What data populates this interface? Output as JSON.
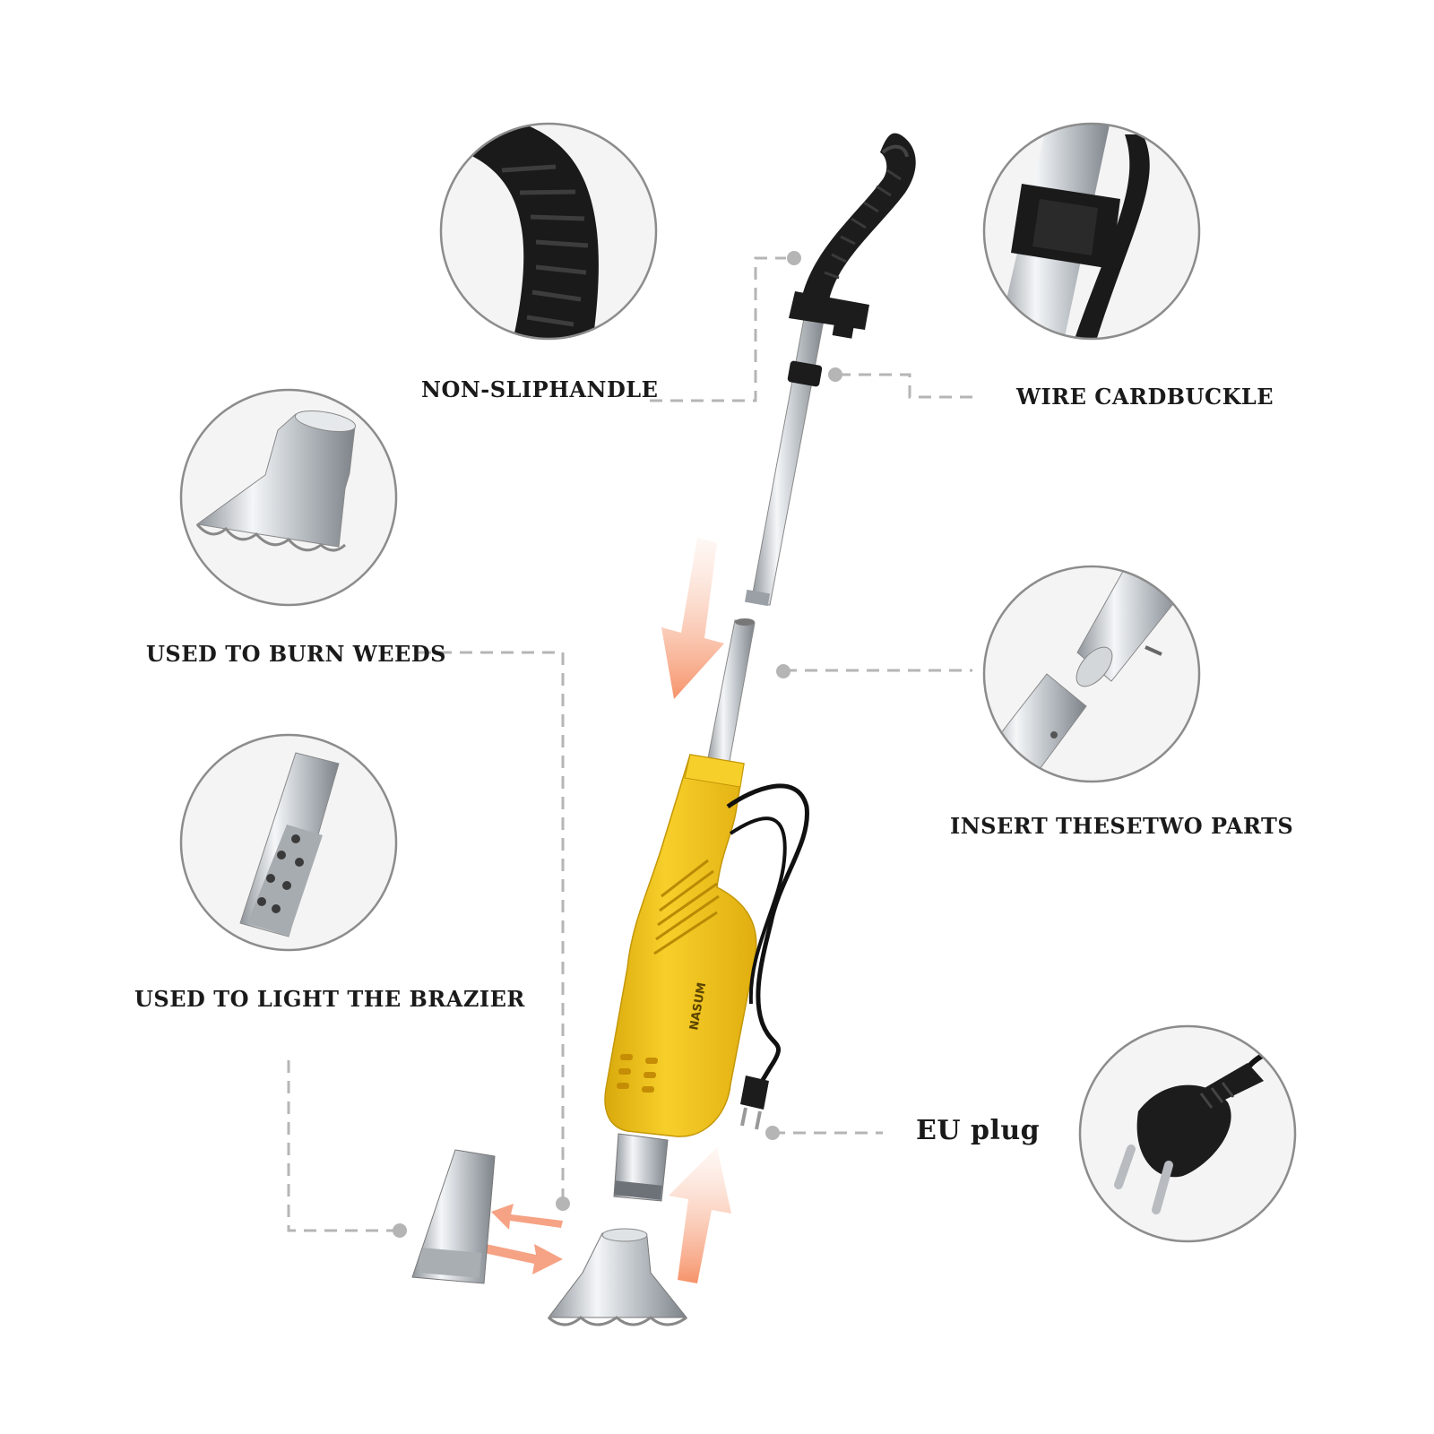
{
  "labels": {
    "handle": "NON-SLIPHANDLE",
    "buckle": "WIRE CARDBUCKLE",
    "burn": "USED TO BURN WEEDS",
    "insert": "INSERT THESETWO PARTS",
    "brazier": "USED TO LIGHT THE BRAZIER",
    "plug": "EU plug"
  },
  "brand": "NASUM",
  "colors": {
    "body": "#f5c317",
    "body_dark": "#d9a90c",
    "handle": "#1c1c1c",
    "steel": "#c7cbcf",
    "arrow": "#f7a07e",
    "leader": "#b5b5b5",
    "circle": "#8c8c8c"
  },
  "icons": [
    "non-slip-handle-detail-icon",
    "wire-buckle-detail-icon",
    "weed-nozzle-detail-icon",
    "insert-tubes-detail-icon",
    "brazier-nozzle-detail-icon",
    "eu-plug-detail-icon"
  ]
}
